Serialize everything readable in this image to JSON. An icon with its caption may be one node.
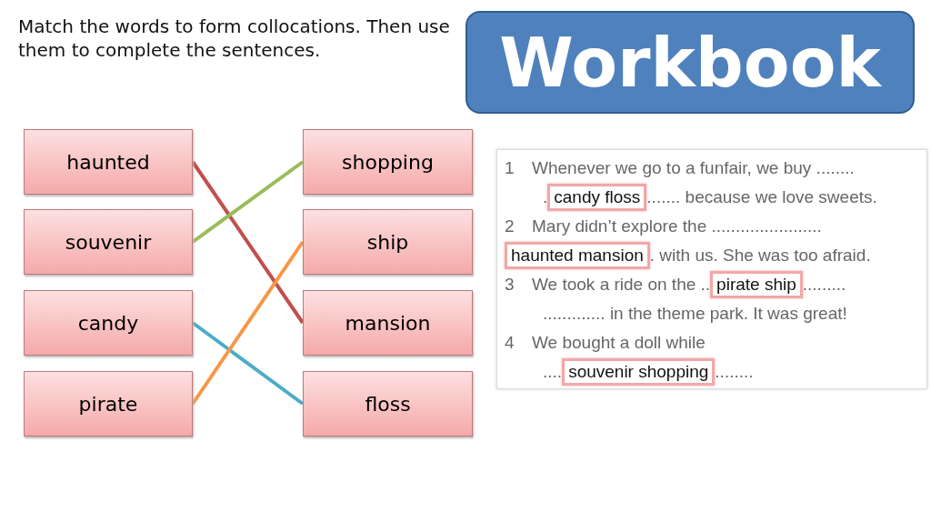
{
  "diagram": {
    "title": "Match the words to form collocations. Then use them to complete the sentences.",
    "nodes": [
      {
        "text": [
          "Workbook"
        ]
      },
      {
        "text": [
          "haunted"
        ]
      },
      {
        "text": [
          "souvenir"
        ]
      },
      {
        "text": [
          "candy"
        ]
      },
      {
        "text": [
          "pirate"
        ]
      },
      {
        "text": [
          "shopping"
        ]
      },
      {
        "text": [
          "ship"
        ]
      },
      {
        "text": [
          "mansion"
        ]
      },
      {
        "text": [
          "floss"
        ]
      },
      {
        "text": [
          "candy floss"
        ]
      },
      {
        "text": [
          "haunted mansion"
        ]
      },
      {
        "text": [
          "pirate ship"
        ]
      },
      {
        "text": [
          "souvenir shopping"
        ]
      }
    ],
    "edges": [
      {
        "from": 1,
        "to": 7,
        "arrow": "none",
        "color": "#c0504d"
      },
      {
        "from": 2,
        "to": 5,
        "arrow": "none",
        "color": "#9bbb59"
      },
      {
        "from": 3,
        "to": 8,
        "arrow": "none",
        "color": "#4bacc6"
      },
      {
        "from": 4,
        "to": 6,
        "arrow": "none",
        "color": "#f79646"
      }
    ],
    "labels": [
      "1",
      "Whenever we go to a funfair, we buy ........",
      ".",
      "....... because we love sweets.",
      "2",
      "Mary didn’t explore the .......................",
      ". with us. She was too afraid.",
      "3",
      "We took a ride on the ..",
      ".........",
      "............. in the theme park. It was great!",
      "4",
      "We bought a doll while",
      "....",
      "........"
    ]
  }
}
